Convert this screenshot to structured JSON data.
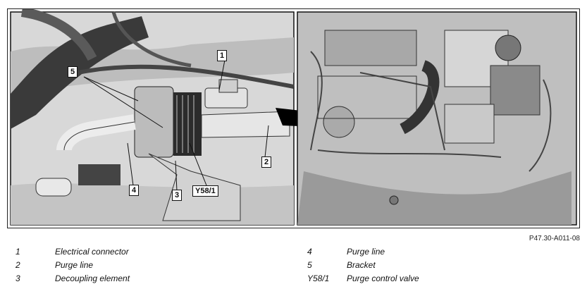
{
  "callouts": {
    "c1": "1",
    "c2": "2",
    "c3": "3",
    "c4": "4",
    "c5": "5",
    "cY": "Y58/1"
  },
  "figure_ref": "P47.30-A011-08",
  "legend": [
    {
      "num": "1",
      "desc": "Electrical connector"
    },
    {
      "num": "2",
      "desc": "Purge line"
    },
    {
      "num": "3",
      "desc": "Decoupling element"
    },
    {
      "num": "4",
      "desc": "Purge line"
    },
    {
      "num": "5",
      "desc": "Bracket"
    },
    {
      "num": "Y58/1",
      "desc": "Purge control valve"
    }
  ]
}
